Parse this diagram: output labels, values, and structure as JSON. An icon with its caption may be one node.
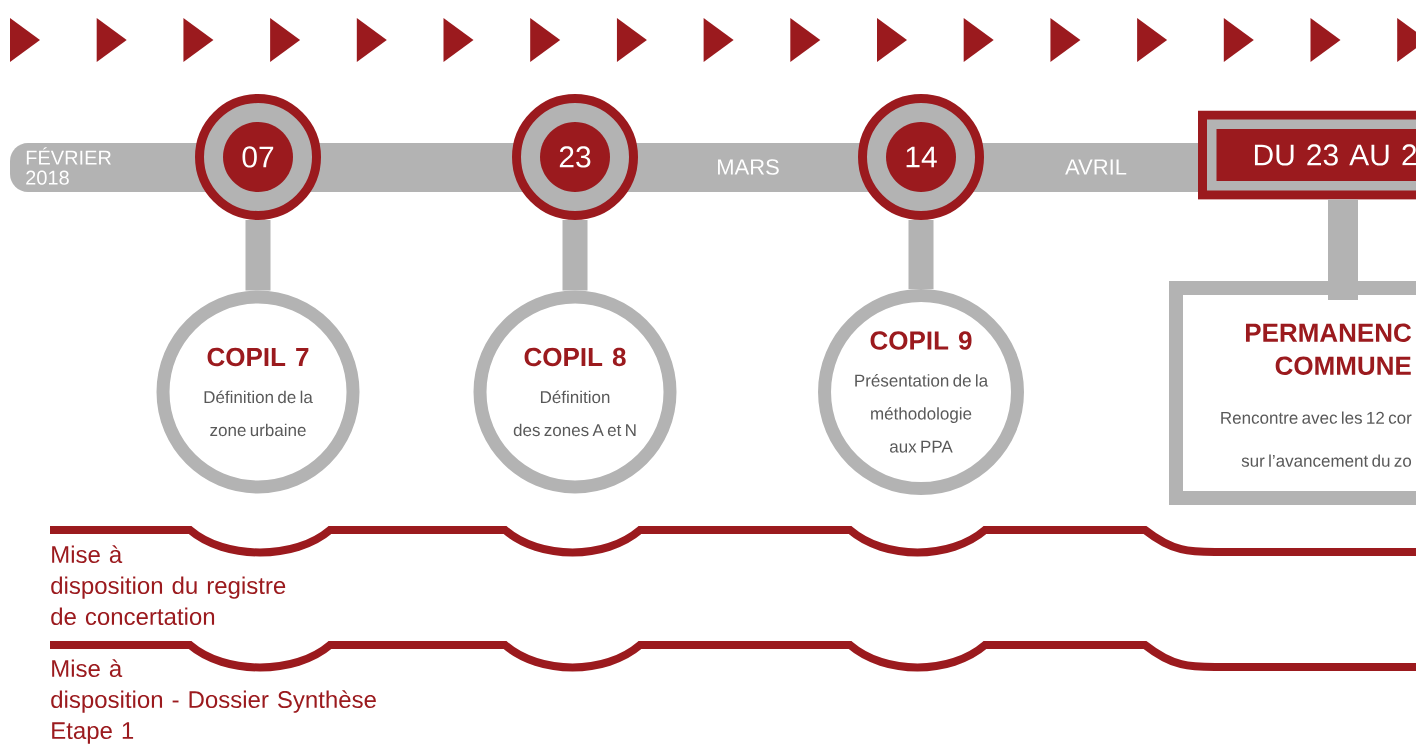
{
  "diagram": {
    "nodes": [
      {
        "text": [
          "07"
        ]
      },
      {
        "text": [
          "COPIL 7",
          "Définition de la zone urbaine"
        ]
      },
      {
        "text": [
          "23"
        ]
      },
      {
        "text": [
          "COPIL 8",
          "Définition des zones A et N"
        ]
      },
      {
        "text": [
          "14"
        ]
      },
      {
        "text": [
          "COPIL 9",
          "Présentation de la méthodologie aux PPA"
        ]
      },
      {
        "text": [
          "DU 23 AU 2"
        ]
      },
      {
        "text": [
          "PERMANENC COMMUNE",
          "Rencontre avec les 12 cor sur l’avancement du zo"
        ]
      }
    ],
    "edges": [
      {
        "from": 0,
        "to": 1,
        "arrow": "none"
      },
      {
        "from": 2,
        "to": 3,
        "arrow": "none"
      },
      {
        "from": 4,
        "to": 5,
        "arrow": "none"
      },
      {
        "from": 6,
        "to": 7,
        "arrow": "none"
      }
    ],
    "labels": [
      "FÉVRIER 2018",
      "MARS",
      "AVRIL",
      "Mise à disposition du registre de concertation",
      "Mise à disposition - Dossier Synthèse Etape 1"
    ]
  }
}
